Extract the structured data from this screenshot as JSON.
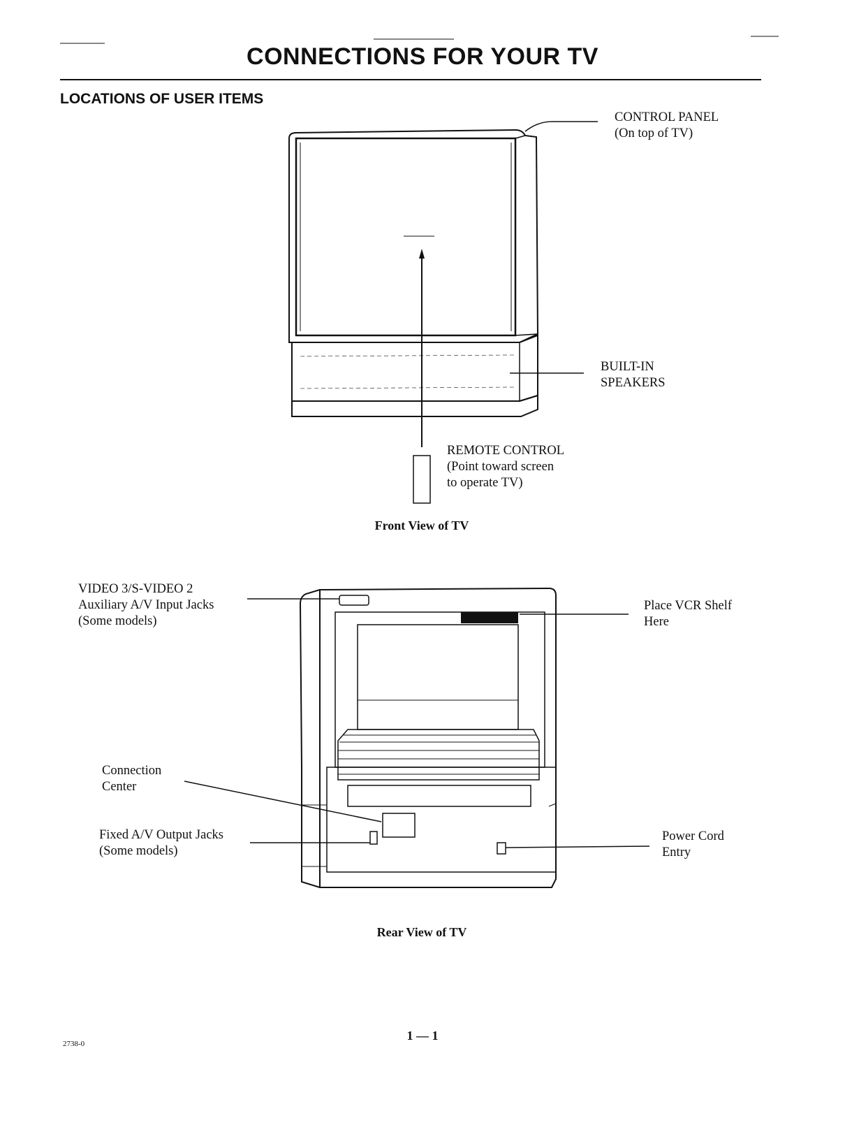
{
  "header": {
    "title": "CONNECTIONS FOR YOUR TV",
    "section": "LOCATIONS OF USER ITEMS"
  },
  "front_view": {
    "caption": "Front View of TV",
    "control_panel": [
      "CONTROL PANEL",
      "(On top of TV)"
    ],
    "speakers": [
      "BUILT-IN",
      "SPEAKERS"
    ],
    "remote": [
      "REMOTE CONTROL",
      "(Point toward screen",
      "to operate TV)"
    ]
  },
  "rear_view": {
    "caption": "Rear View of TV",
    "video_jacks": [
      "VIDEO 3/S-VIDEO 2",
      "Auxiliary A/V Input Jacks",
      "(Some models)"
    ],
    "vcr_shelf": [
      "Place VCR Shelf",
      "Here"
    ],
    "connection_center": [
      "Connection",
      "Center"
    ],
    "output_jacks": [
      "Fixed A/V Output Jacks",
      "(Some models)"
    ],
    "power_cord": [
      "Power Cord",
      "Entry"
    ]
  },
  "footer": {
    "code": "2738-0",
    "page": "1 — 1"
  }
}
